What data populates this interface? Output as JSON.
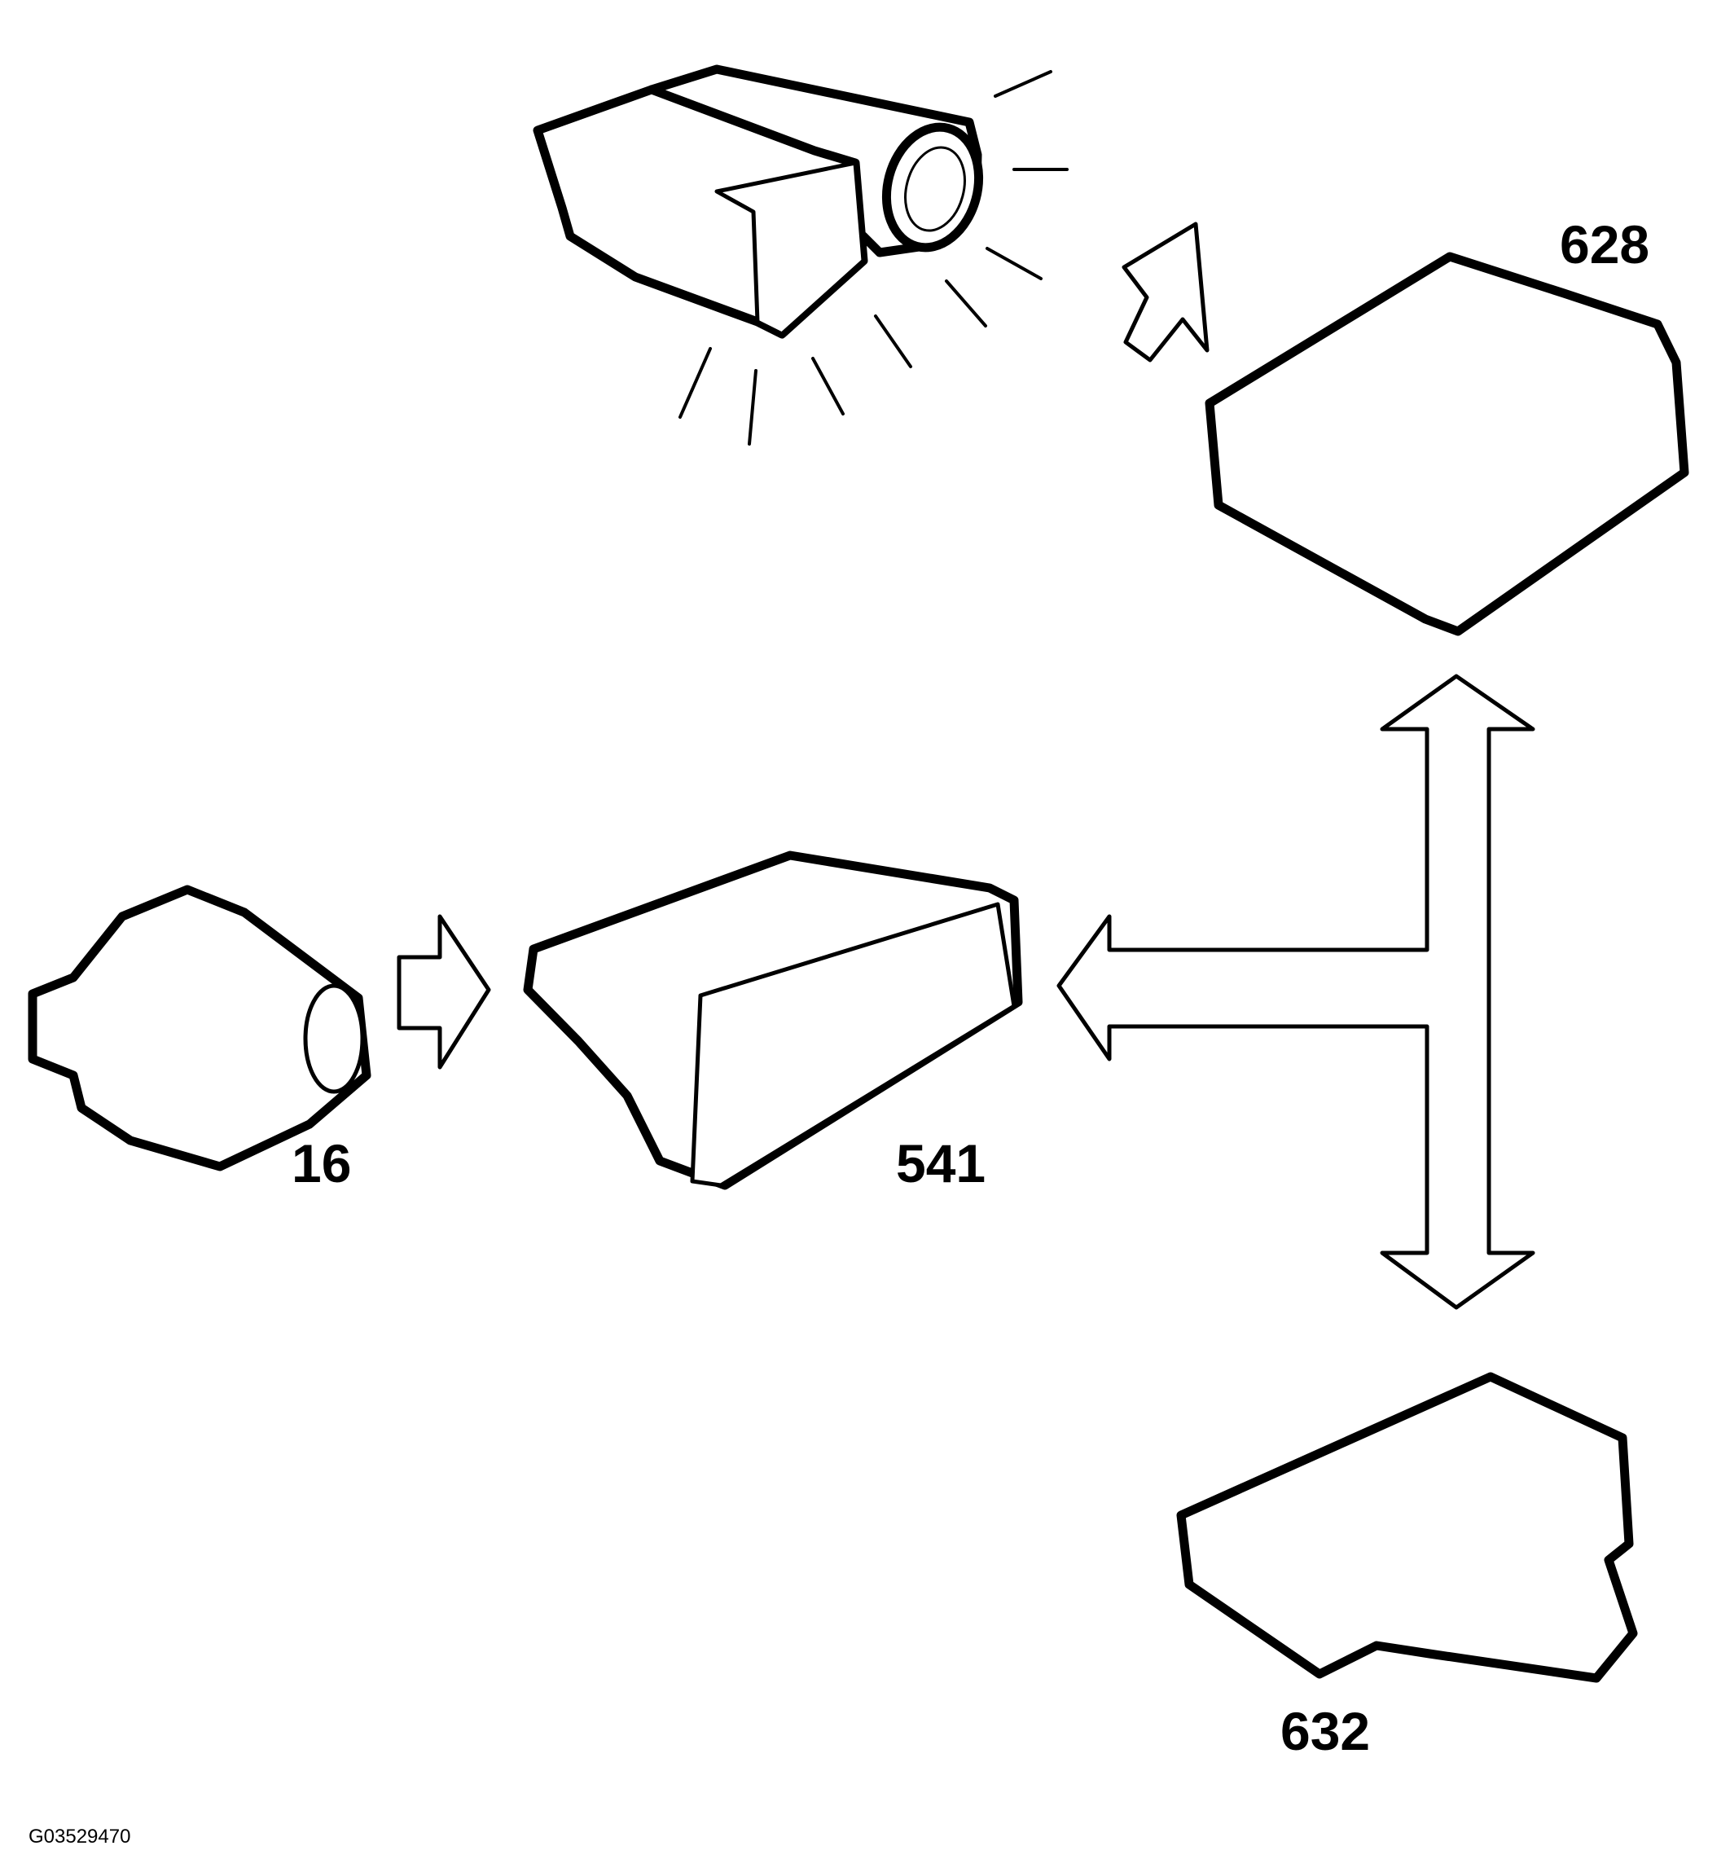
{
  "labels": {
    "part_16": "16",
    "part_541": "541",
    "part_628": "628",
    "part_632": "632"
  },
  "figure_code": "G03529470",
  "colors": {
    "line": "#000000",
    "background": "#ffffff"
  }
}
